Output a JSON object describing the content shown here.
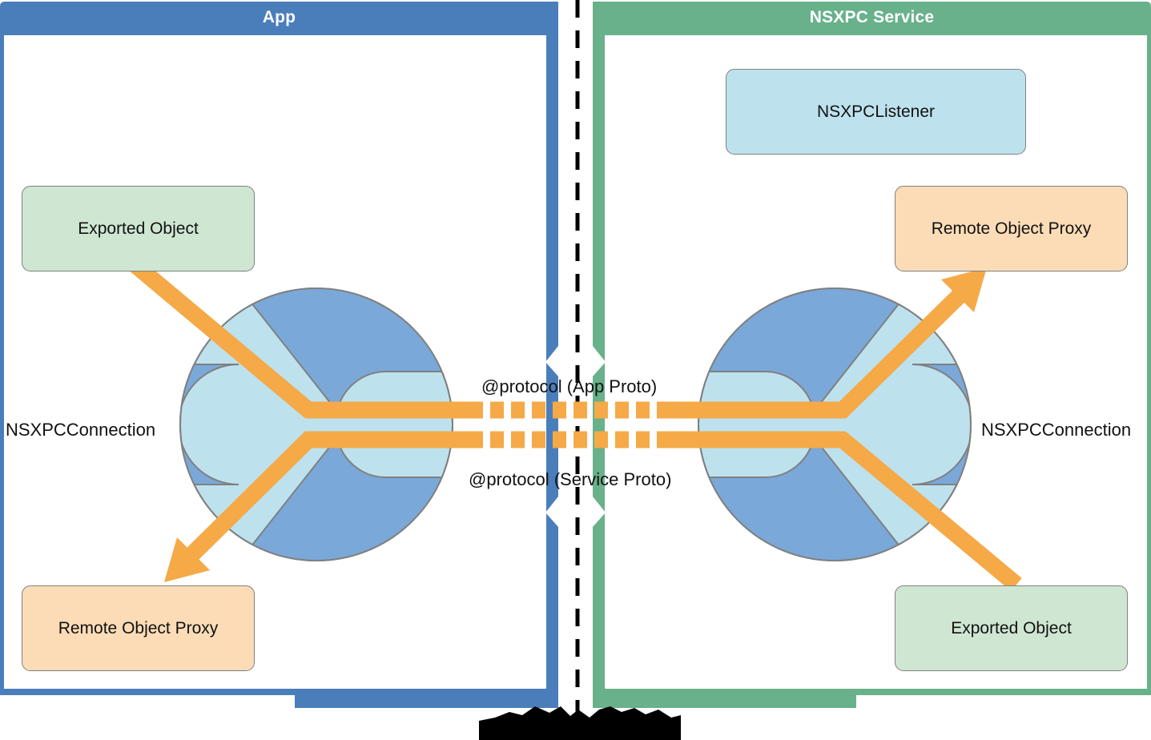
{
  "diagram": {
    "title": "NSXPC connection architecture",
    "type": "architecture-diagram",
    "panels": [
      {
        "id": "app",
        "header": "App",
        "header_color": "#4a7ebb",
        "side": "left"
      },
      {
        "id": "service",
        "header": "NSXPC Service",
        "header_color": "#68b18b",
        "side": "right"
      }
    ],
    "nodes": [
      {
        "id": "listener",
        "label": "NSXPCListener",
        "style": "blue",
        "panel": "service"
      },
      {
        "id": "app-exported",
        "label": "Exported Object",
        "style": "green",
        "panel": "app"
      },
      {
        "id": "app-remote-proxy",
        "label": "Remote Object Proxy",
        "style": "orange",
        "panel": "app"
      },
      {
        "id": "svc-remote-proxy",
        "label": "Remote Object Proxy",
        "style": "orange",
        "panel": "service"
      },
      {
        "id": "svc-exported",
        "label": "Exported Object",
        "style": "green",
        "panel": "service"
      }
    ],
    "connection_labels": {
      "left": "NSXPCConnection",
      "right": "NSXPCConnection"
    },
    "protocol_labels": {
      "top": "@protocol (App Proto)",
      "bottom": "@protocol (Service Proto)"
    },
    "colors": {
      "app_blue": "#4a7ebb",
      "service_green": "#68b18b",
      "hub_blue": "#7aa8d8",
      "hub_light": "#bde2ee",
      "wire_orange": "#f5a947",
      "node_green": "#cfe7d2",
      "node_orange": "#fbdcb6",
      "node_blue": "#bde2ee",
      "node_border": "#808080",
      "divider": "#000000"
    },
    "divider": {
      "style": "dashed",
      "orientation": "vertical"
    }
  }
}
